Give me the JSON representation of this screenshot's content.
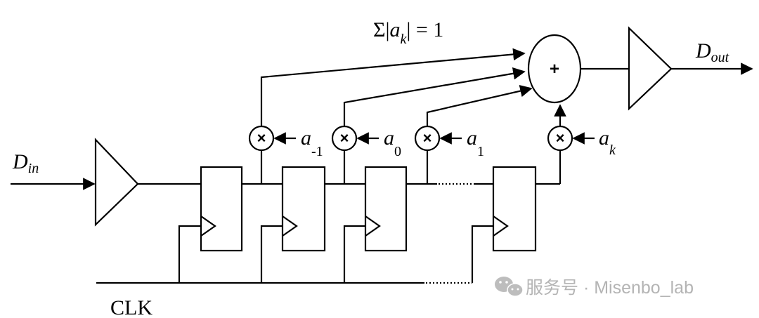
{
  "equation": {
    "sigma": "Σ|",
    "a": "a",
    "sub_k": "k",
    "rest": "| = 1"
  },
  "input": {
    "main": "D",
    "sub": "in"
  },
  "output": {
    "main": "D",
    "sub": "out"
  },
  "clock_label": "CLK",
  "adder_symbol": "+",
  "multiplier_symbol": "×",
  "coefficients": [
    {
      "main": "a",
      "sub": "-1"
    },
    {
      "main": "a",
      "sub": "0"
    },
    {
      "main": "a",
      "sub": "1"
    },
    {
      "main": "a",
      "sub": "k"
    }
  ],
  "watermark": {
    "text": "服务号 · Misenbo_lab",
    "icon": "wechat-icon"
  }
}
